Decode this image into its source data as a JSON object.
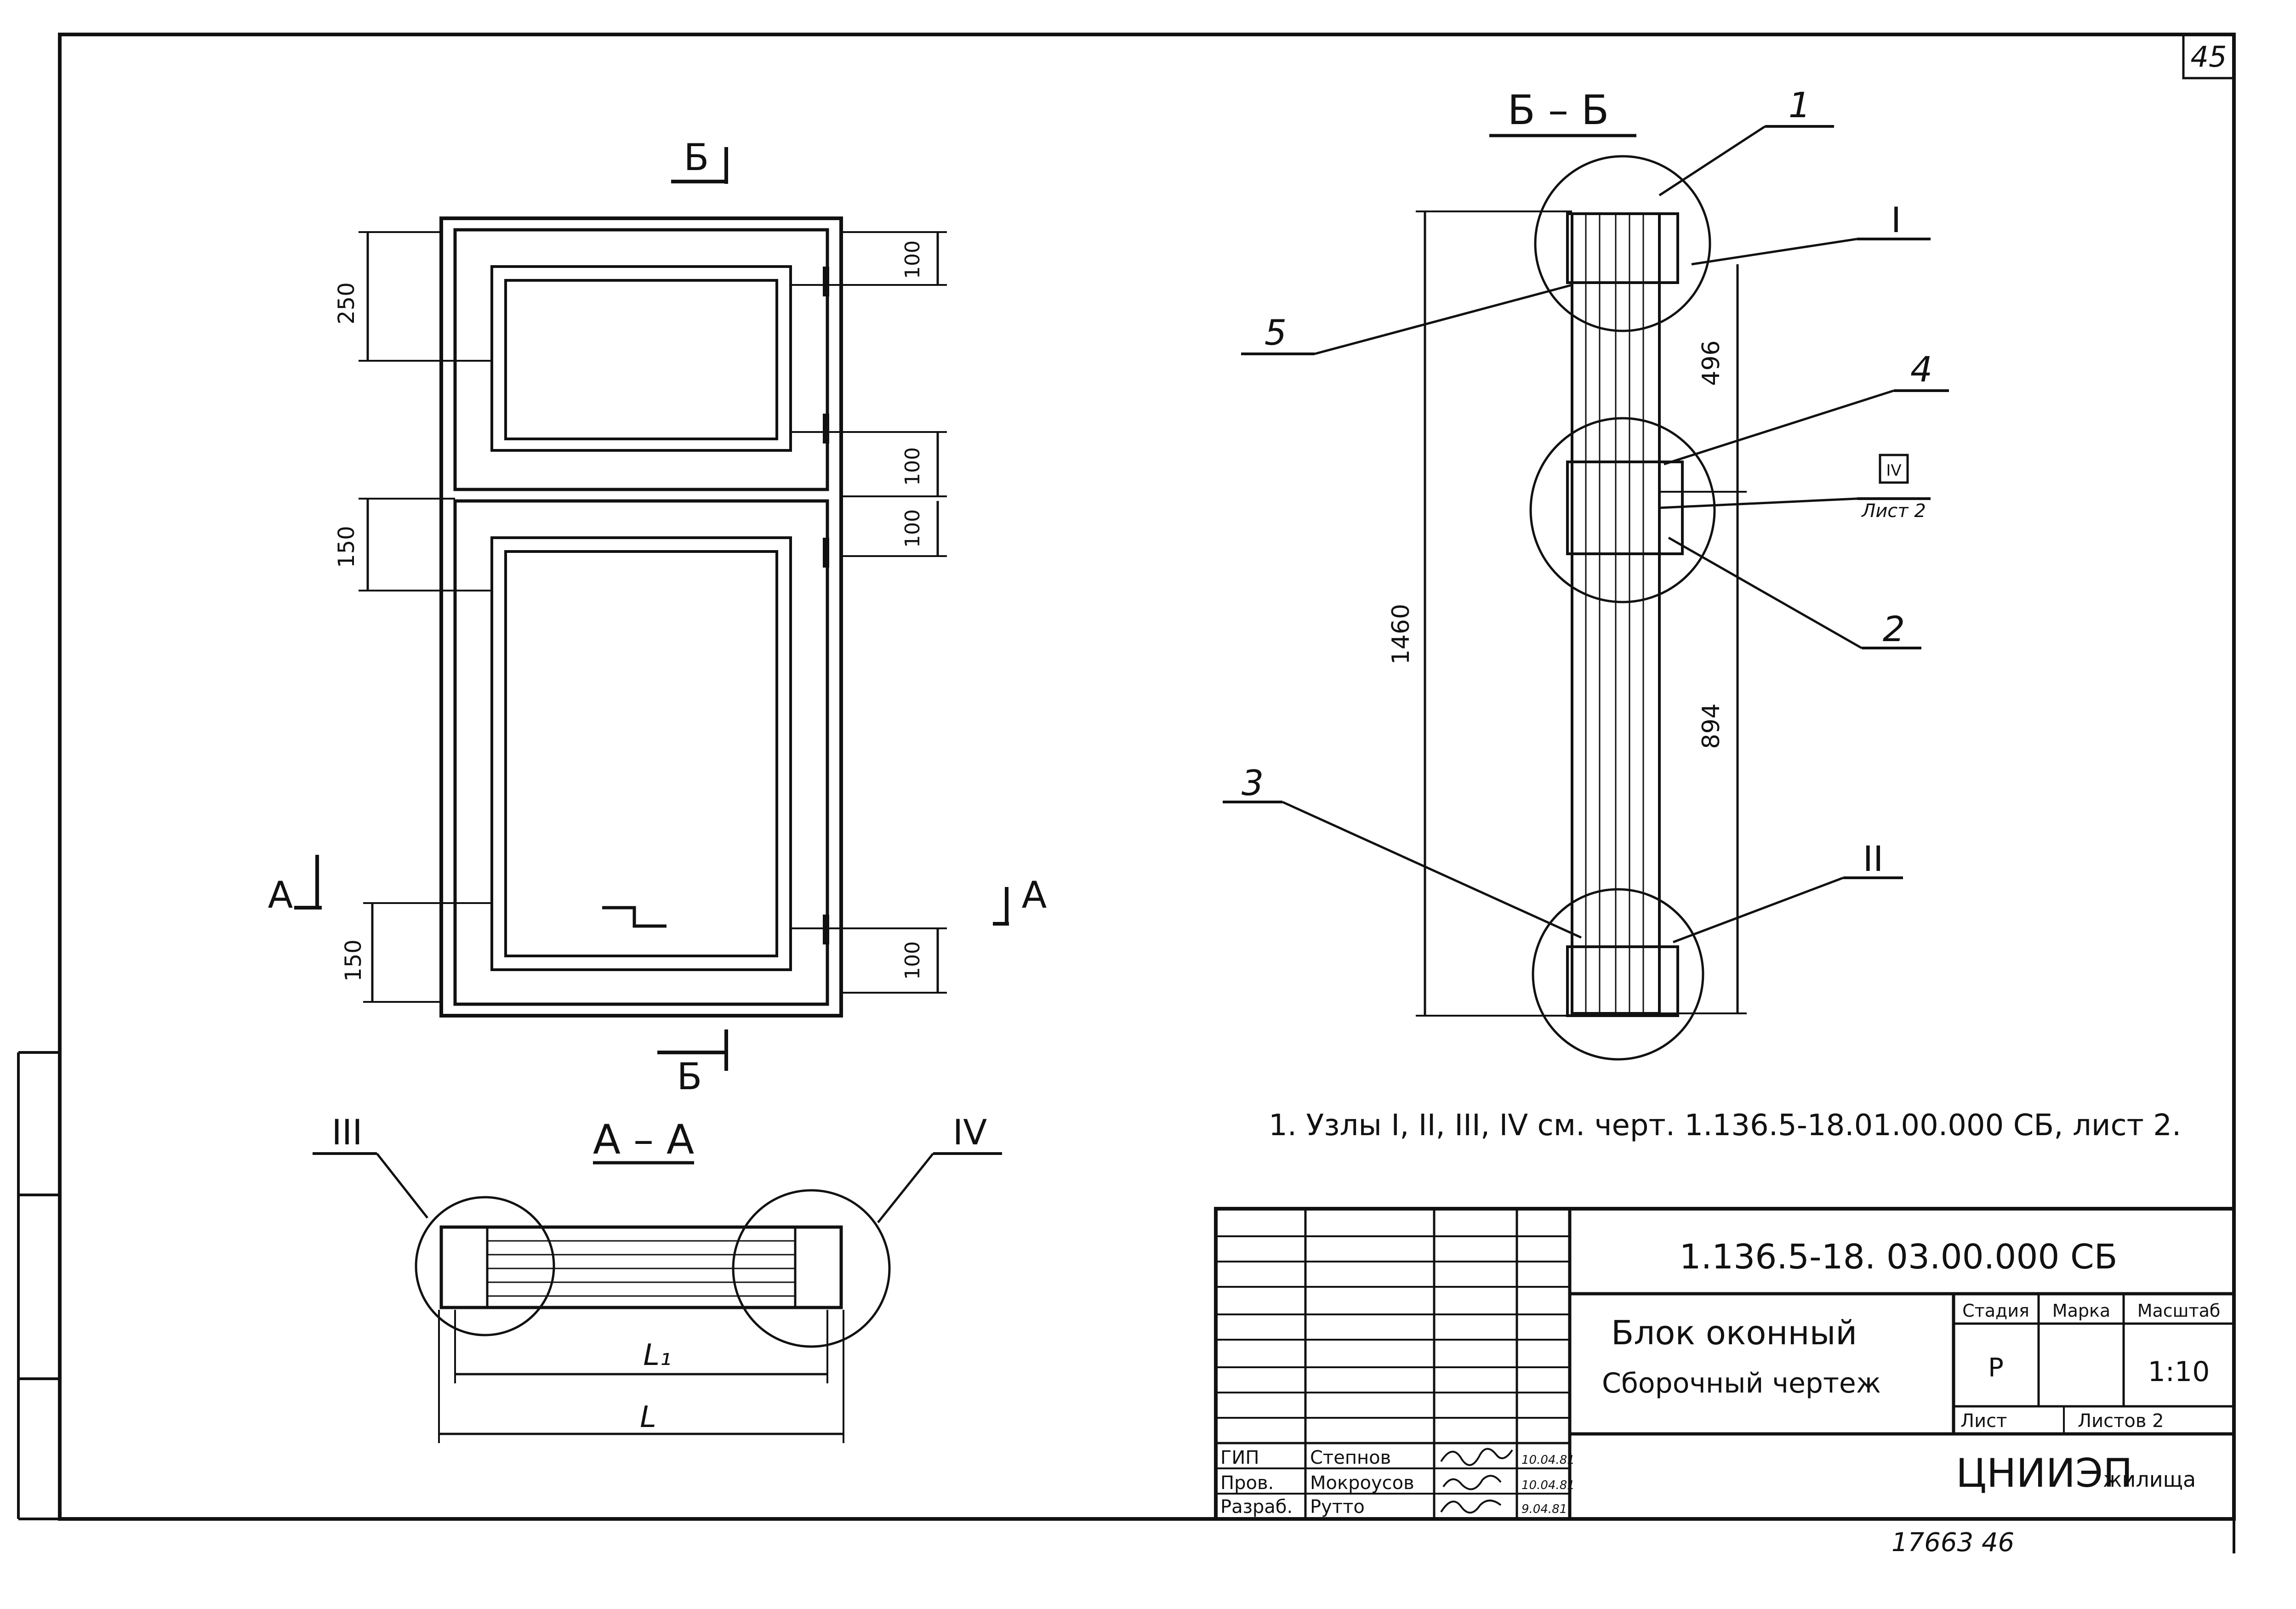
{
  "sheet_number": "45",
  "section_bb": {
    "label": "Б – Б",
    "cut_top": "Б",
    "cut_bottom": "Б"
  },
  "section_aa": {
    "label": "А – А",
    "cut_left": "А",
    "cut_right": "А"
  },
  "elevation_dims": {
    "top_offset": "250",
    "mid_offset": "150",
    "bottom_offset": "150",
    "hinge_1": "100",
    "hinge_2": "100",
    "hinge_3": "100",
    "hinge_4": "100"
  },
  "section_dims": {
    "total": "1460",
    "upper": "496",
    "lower": "894"
  },
  "callouts": {
    "c1": "1",
    "c2": "2",
    "c3": "3",
    "c4": "4",
    "c5": "5",
    "node_I": "I",
    "node_II": "II",
    "node_III": "III",
    "node_IV": "IV",
    "ref_node": "IV",
    "ref_sheet": "Лист 2"
  },
  "plan_dims": {
    "l1": "L₁",
    "l": "L"
  },
  "note": "1.  Узлы  I, II, III, IV  см. черт.  1.136.5-18.01.00.000 СБ, лист 2.",
  "title_block": {
    "code": "1.136.5-18. 03.00.000 СБ",
    "name": "Блок оконный",
    "subtitle": "Сборочный  чертеж",
    "stage_label": "Стадия",
    "mark_label": "Марка",
    "scale_label": "Масштаб",
    "stage": "Р",
    "scale": "1:10",
    "sheet_label": "Лист",
    "sheets_label": "Листов 2",
    "org": "ЦНИИЭП",
    "org_suffix": "жилища",
    "rows": [
      {
        "role": "ГИП",
        "name": "Степнов",
        "date": "10.04.81"
      },
      {
        "role": "Пров.",
        "name": "Мокроусов",
        "date": "10.04.81"
      },
      {
        "role": "Разраб.",
        "name": "Рутто",
        "date": "9.04.81"
      }
    ]
  },
  "bottom_left_numbers": "17663   46"
}
